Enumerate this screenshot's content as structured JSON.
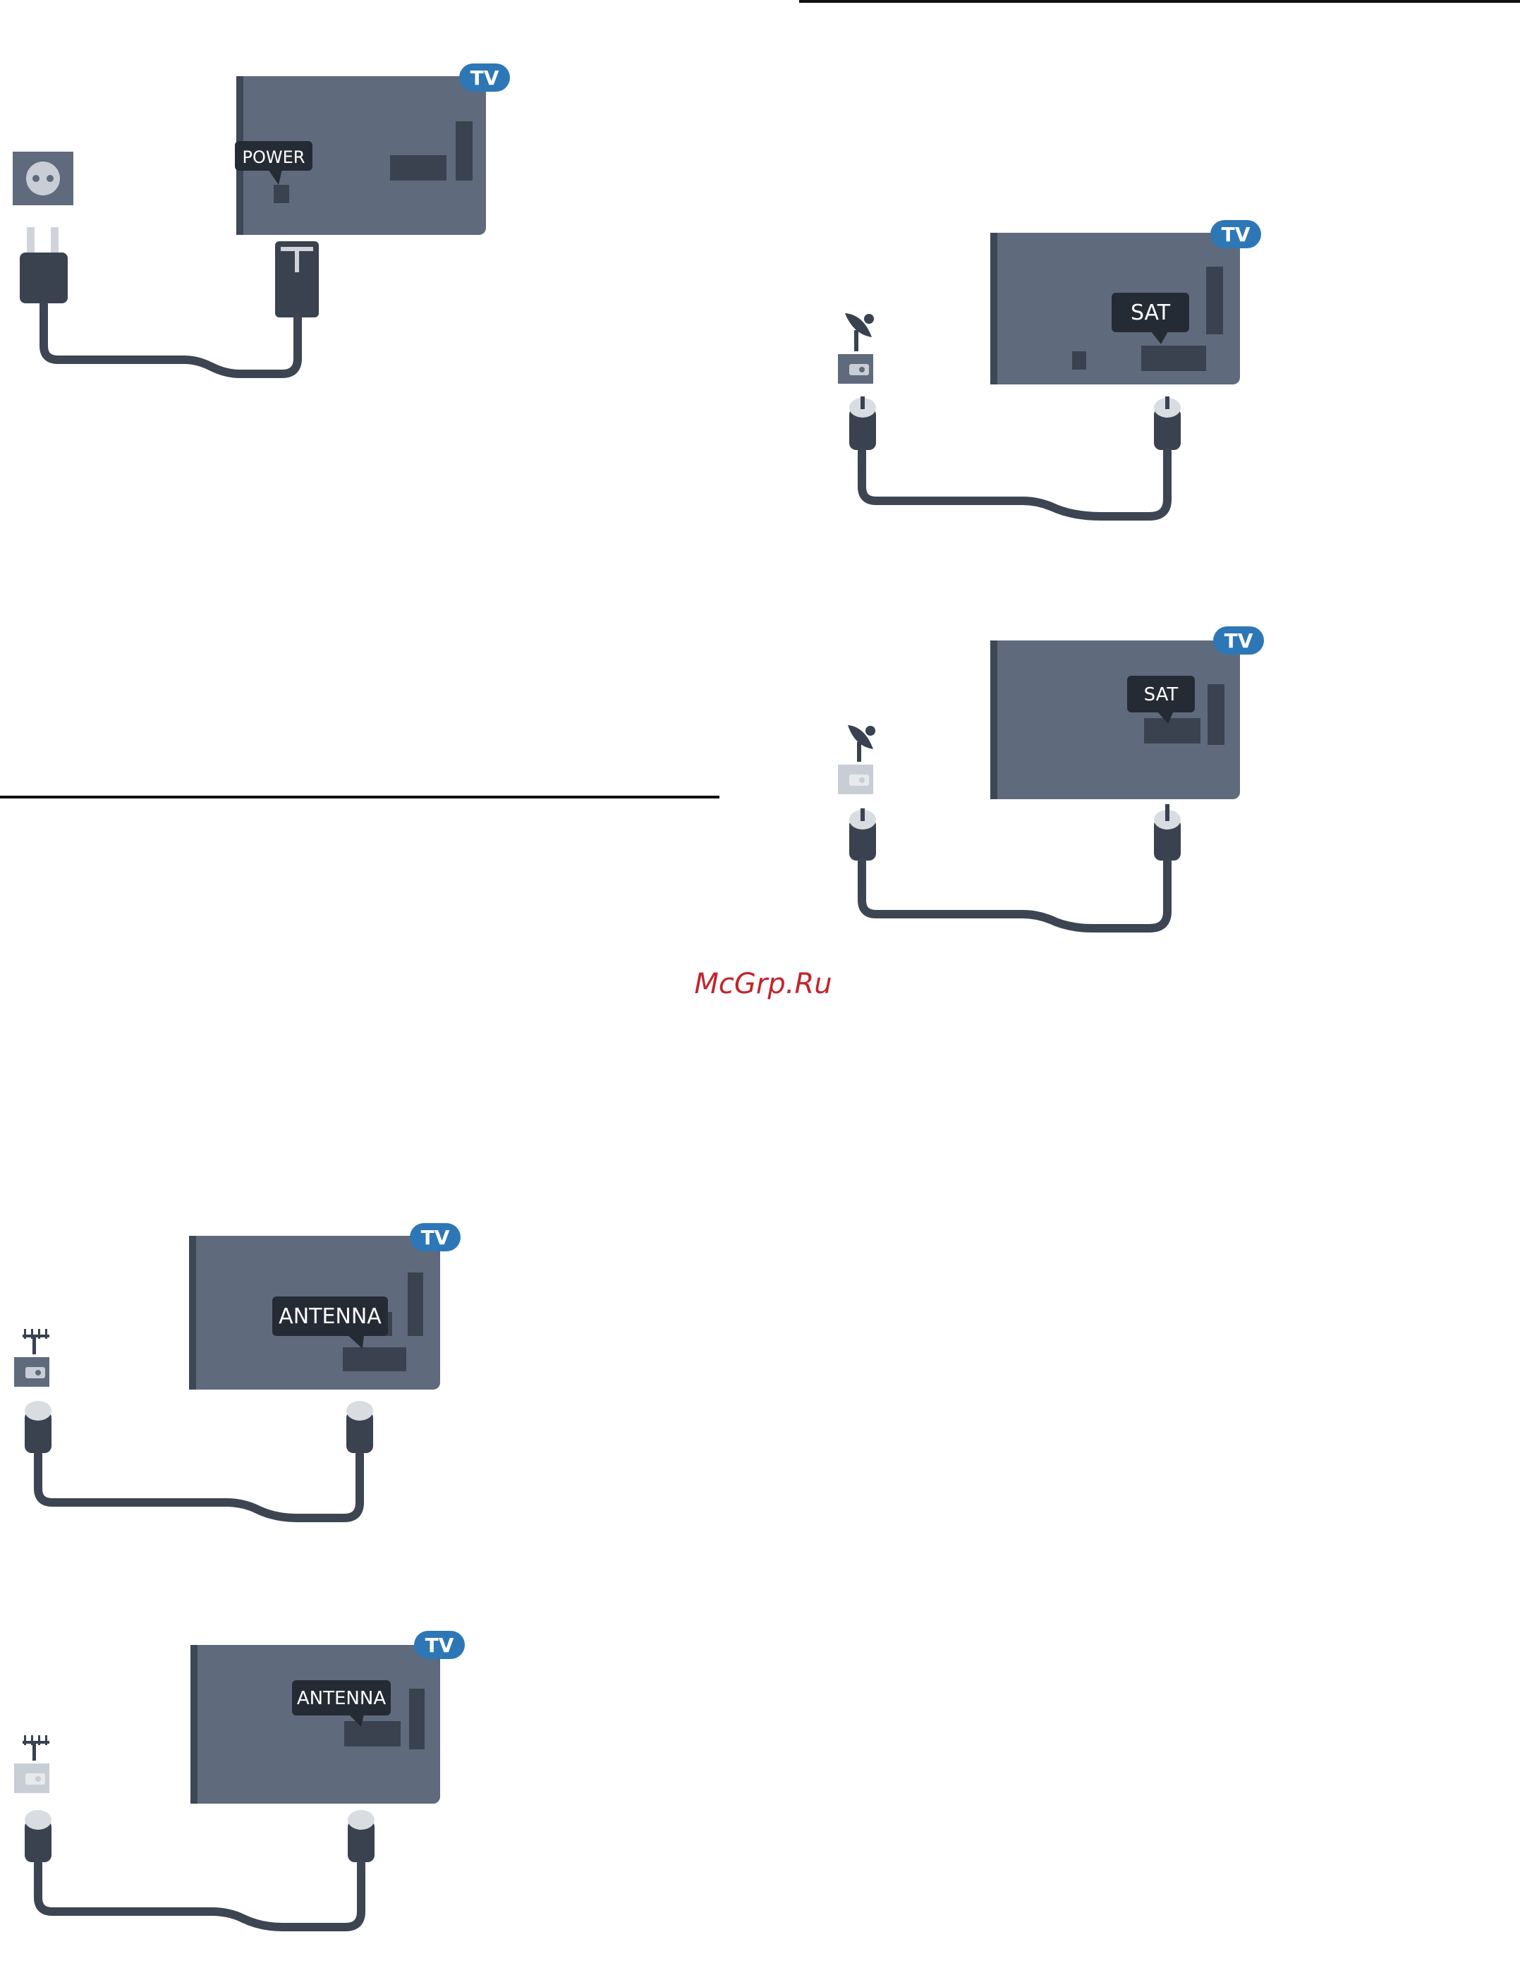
{
  "badges": {
    "tv": "TV"
  },
  "labels": {
    "power": "POWER",
    "sat": "SAT",
    "antenna": "ANTENNA"
  },
  "watermark": "McGrp.Ru",
  "colors": {
    "tv_body": "#5f6b7c",
    "badge": "#2d77b6",
    "callout": "#252b35",
    "cable": "#3d4553",
    "watermark": "#c0262c"
  },
  "icons": {
    "wall_socket": "power-socket-icon",
    "satellite": "satellite-dish-icon",
    "antenna": "antenna-icon"
  }
}
